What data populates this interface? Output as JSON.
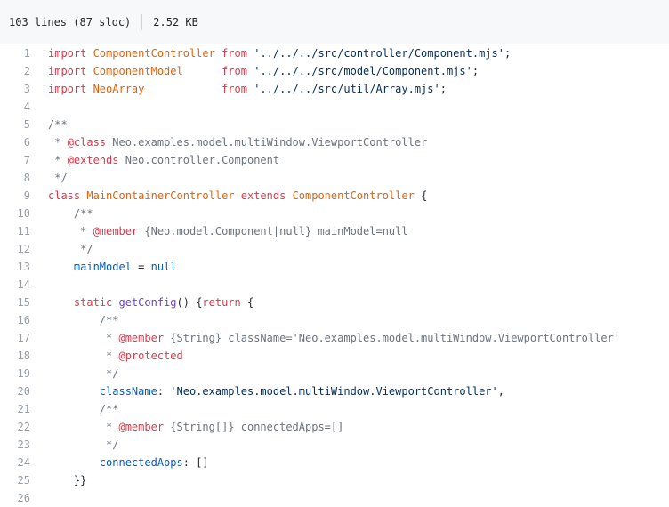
{
  "header": {
    "lines_info": "103 lines (87 sloc)",
    "size": "2.52 KB"
  },
  "code_lines": [
    {
      "n": "1",
      "parts": [
        [
          "k",
          "import "
        ],
        [
          "e",
          "ComponentController"
        ],
        [
          "k",
          " from "
        ],
        [
          "s",
          "'../../../src/controller/Component.mjs'"
        ],
        [
          "",
          "; "
        ]
      ]
    },
    {
      "n": "2",
      "parts": [
        [
          "k",
          "import "
        ],
        [
          "e",
          "ComponentModel"
        ],
        [
          "",
          "      "
        ],
        [
          "k",
          "from "
        ],
        [
          "s",
          "'../../../src/model/Component.mjs'"
        ],
        [
          "",
          ";"
        ]
      ]
    },
    {
      "n": "3",
      "parts": [
        [
          "k",
          "import "
        ],
        [
          "e",
          "NeoArray"
        ],
        [
          "",
          "            "
        ],
        [
          "k",
          "from "
        ],
        [
          "s",
          "'../../../src/util/Array.mjs'"
        ],
        [
          "",
          ";"
        ]
      ]
    },
    {
      "n": "4",
      "parts": []
    },
    {
      "n": "5",
      "parts": [
        [
          "c",
          "/**"
        ]
      ]
    },
    {
      "n": "6",
      "parts": [
        [
          "c",
          " * "
        ],
        [
          "k",
          "@class"
        ],
        [
          "c",
          " Neo.examples.model.multiWindow.ViewportController"
        ]
      ]
    },
    {
      "n": "7",
      "parts": [
        [
          "c",
          " * "
        ],
        [
          "k",
          "@extends"
        ],
        [
          "c",
          " Neo.controller.Component"
        ]
      ]
    },
    {
      "n": "8",
      "parts": [
        [
          "c",
          " */"
        ]
      ]
    },
    {
      "n": "9",
      "parts": [
        [
          "k",
          "class "
        ],
        [
          "e",
          "MainContainerController"
        ],
        [
          "k",
          " extends "
        ],
        [
          "e",
          "ComponentController"
        ],
        [
          "",
          " {"
        ]
      ]
    },
    {
      "n": "10",
      "parts": [
        [
          "c",
          "    /**"
        ]
      ]
    },
    {
      "n": "11",
      "parts": [
        [
          "c",
          "     * "
        ],
        [
          "k",
          "@member"
        ],
        [
          "c",
          " {Neo.model.Component|null} mainModel=null"
        ]
      ]
    },
    {
      "n": "12",
      "parts": [
        [
          "c",
          "     */"
        ]
      ]
    },
    {
      "n": "13",
      "parts": [
        [
          "",
          "    "
        ],
        [
          "v",
          "mainModel"
        ],
        [
          "",
          " = "
        ],
        [
          "v",
          "null"
        ]
      ]
    },
    {
      "n": "14",
      "parts": []
    },
    {
      "n": "15",
      "parts": [
        [
          "k",
          "    static "
        ],
        [
          "f",
          "getConfig"
        ],
        [
          "",
          "() {"
        ],
        [
          "k",
          "return"
        ],
        [
          "",
          " {"
        ]
      ]
    },
    {
      "n": "16",
      "parts": [
        [
          "c",
          "        /**"
        ]
      ]
    },
    {
      "n": "17",
      "parts": [
        [
          "c",
          "         * "
        ],
        [
          "k",
          "@member"
        ],
        [
          "c",
          " {String} className='Neo.examples.model.multiWindow.ViewportController'"
        ]
      ]
    },
    {
      "n": "18",
      "parts": [
        [
          "c",
          "         * "
        ],
        [
          "k",
          "@protected"
        ]
      ]
    },
    {
      "n": "19",
      "parts": [
        [
          "c",
          "         */"
        ]
      ]
    },
    {
      "n": "20",
      "parts": [
        [
          "",
          "        "
        ],
        [
          "v",
          "className"
        ],
        [
          "",
          ": "
        ],
        [
          "s",
          "'Neo.examples.model.multiWindow.ViewportController'"
        ],
        [
          "",
          ","
        ]
      ]
    },
    {
      "n": "21",
      "parts": [
        [
          "c",
          "        /**"
        ]
      ]
    },
    {
      "n": "22",
      "parts": [
        [
          "c",
          "         * "
        ],
        [
          "k",
          "@member"
        ],
        [
          "c",
          " {String[]} connectedApps=[]"
        ]
      ]
    },
    {
      "n": "23",
      "parts": [
        [
          "c",
          "         */"
        ]
      ]
    },
    {
      "n": "24",
      "parts": [
        [
          "",
          "        "
        ],
        [
          "v",
          "connectedApps"
        ],
        [
          "",
          ": []"
        ]
      ]
    },
    {
      "n": "25",
      "parts": [
        [
          "",
          "    }}"
        ]
      ]
    },
    {
      "n": "26",
      "parts": []
    }
  ]
}
